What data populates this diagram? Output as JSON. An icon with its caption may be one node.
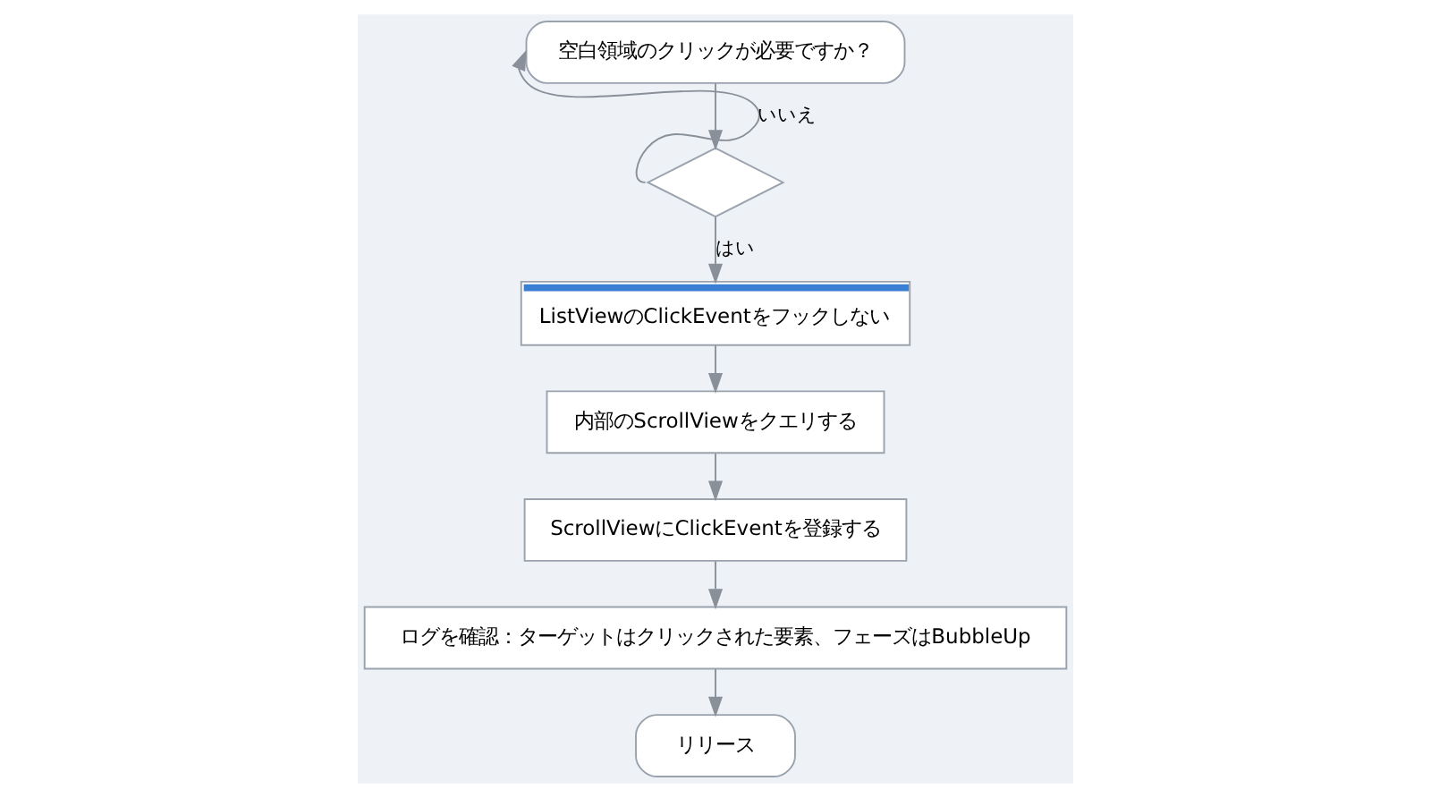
{
  "diagram": {
    "nodes": [
      {
        "text": [
          "空白領域のクリックが必要ですか？"
        ]
      },
      {
        "text": [],
        "shape": "diamond"
      },
      {
        "text": [
          "ListViewのClickEventをフックしない"
        ]
      },
      {
        "text": [
          "内部のScrollViewをクエリする"
        ]
      },
      {
        "text": [
          "ScrollViewにClickEventを登録する"
        ]
      },
      {
        "text": [
          "ログを確認：ターゲットはクリックされた要素、フェーズはBubbleUp"
        ]
      },
      {
        "text": [
          "リリース"
        ]
      }
    ],
    "edges": [
      {
        "from": 0,
        "to": 1,
        "arrow": "to"
      },
      {
        "from": 1,
        "to": 0,
        "arrow": "to",
        "label": "いいえ"
      },
      {
        "from": 1,
        "to": 2,
        "arrow": "to",
        "label": "はい"
      },
      {
        "from": 2,
        "to": 3,
        "arrow": "to"
      },
      {
        "from": 3,
        "to": 4,
        "arrow": "to"
      },
      {
        "from": 4,
        "to": 5,
        "arrow": "to"
      },
      {
        "from": 5,
        "to": 6,
        "arrow": "to"
      }
    ]
  }
}
